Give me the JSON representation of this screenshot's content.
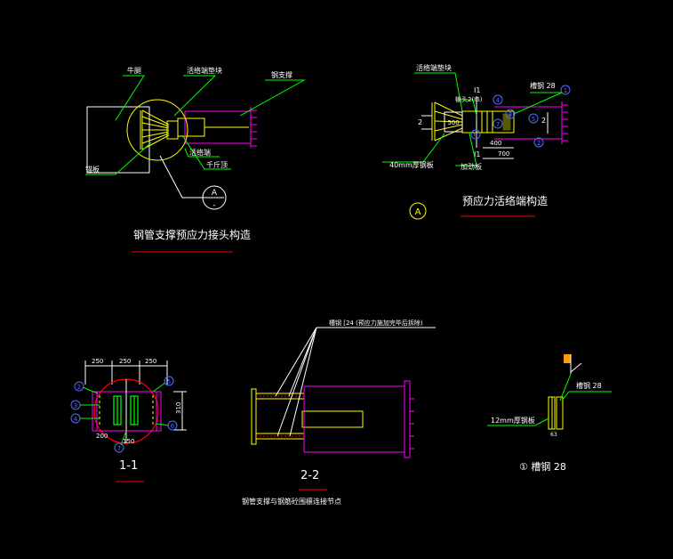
{
  "colors": {
    "background": "#000000",
    "white": "#ffffff",
    "magenta": "#ff00ff",
    "yellow": "#ffff00",
    "green": "#00ff00",
    "cyan": "#00ffff",
    "red": "#ff0000",
    "blue": "#4f6bff",
    "orange": "#ff9900"
  },
  "drawing_A": {
    "label_niutui": "牛腿",
    "label_huoluo_pad": "活络端垫块",
    "label_gangzhicheng": "钢支撑",
    "label_huoluoduan": "活络端",
    "label_qianjinding": "千斤顶",
    "label_maoban": "锚板",
    "callout_letter": "A",
    "callout_sub": "-",
    "title": "钢管支撑预应力接头构造"
  },
  "drawing_B": {
    "label_huoluo_pad": "活络端垫块",
    "label_I1_top": "I1",
    "label_channel": "槽钢 28",
    "label_I1_bottom": "I1",
    "dim_500": "500",
    "dim_400": "400",
    "dim_700": "700",
    "label_2_left": "2",
    "label_2_right": "2",
    "label_plate40": "40mm厚钢板",
    "label_rib": "加劲板",
    "label_keng": "锁头2(I6)",
    "callout_letter": "A",
    "title": "预应力活络端构造",
    "num_1": "1",
    "num_2": "2",
    "num_3": "3",
    "num_4": "4",
    "num_5": "5",
    "num_6": "6",
    "num_7": "7"
  },
  "section_11": {
    "dim_250_a": "250",
    "dim_250_b": "250",
    "dim_250_c": "250",
    "dim_200": "200",
    "dim_150": "150",
    "dim_310": "310",
    "num_2": "2",
    "num_3": "3",
    "num_4": "4",
    "num_5": "5",
    "num_6": "6",
    "num_7": "7",
    "title": "1-1"
  },
  "section_22": {
    "label_channel": "槽钢 [24 (预应力施加完毕后拆除)",
    "title": "2-2",
    "caption": "钢管支撑与钢筋砼围檩连接节点"
  },
  "detail_1": {
    "label_channel": "槽钢 28",
    "label_plate12": "12mm厚钢板",
    "dim": "63",
    "title": "① 槽钢 28"
  }
}
